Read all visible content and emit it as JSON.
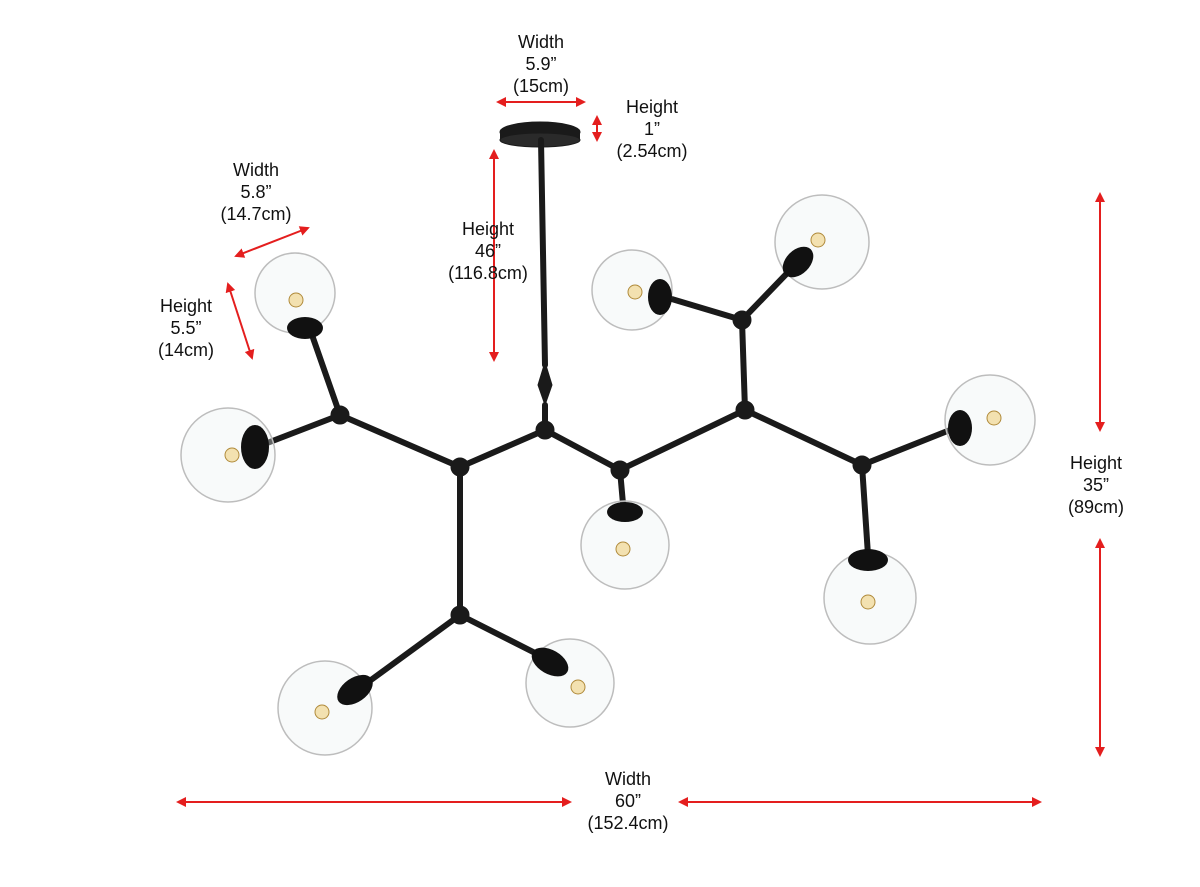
{
  "title": "Chandelier dimensions",
  "colors": {
    "arrow": "#e41e1e",
    "fixture": "#1a1a1a",
    "glass": "#c8c8c8"
  },
  "dimensions": {
    "canopy_width": {
      "label": "Width",
      "imperial": "5.9”",
      "metric": "(15cm)"
    },
    "canopy_height": {
      "label": "Height",
      "imperial": "1”",
      "metric": "(2.54cm)"
    },
    "shade_width": {
      "label": "Width",
      "imperial": "5.8”",
      "metric": "(14.7cm)"
    },
    "rod_height": {
      "label": "Height",
      "imperial": "46”",
      "metric": "(116.8cm)"
    },
    "shade_height": {
      "label": "Height",
      "imperial": "5.5”",
      "metric": "(14cm)"
    },
    "fixture_height": {
      "label": "Height",
      "imperial": "35”",
      "metric": "(89cm)"
    },
    "fixture_width": {
      "label": "Width",
      "imperial": "60”",
      "metric": "(152.4cm)"
    }
  }
}
